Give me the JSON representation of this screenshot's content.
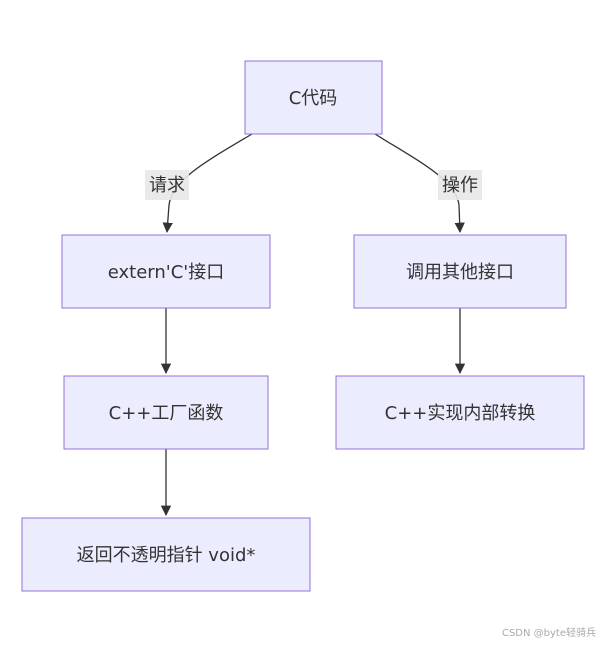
{
  "nodes": {
    "c_code": {
      "label": "C代码"
    },
    "extern_c": {
      "label": "extern'C'接口"
    },
    "factory": {
      "label": "C++工厂函数"
    },
    "return_opaque": {
      "label": "返回不透明指针 void*"
    },
    "call_other": {
      "label": "调用其他接口"
    },
    "internal_convert": {
      "label": "C++实现内部转换"
    }
  },
  "edges": {
    "request": {
      "label": "请求"
    },
    "operate": {
      "label": "操作"
    }
  },
  "watermark": "CSDN @byte轻骑兵",
  "colors": {
    "node_fill": "#ececff",
    "node_stroke": "#9370db",
    "edge_stroke": "#333333",
    "label_bg": "#e8e8e8",
    "text": "#333333"
  }
}
